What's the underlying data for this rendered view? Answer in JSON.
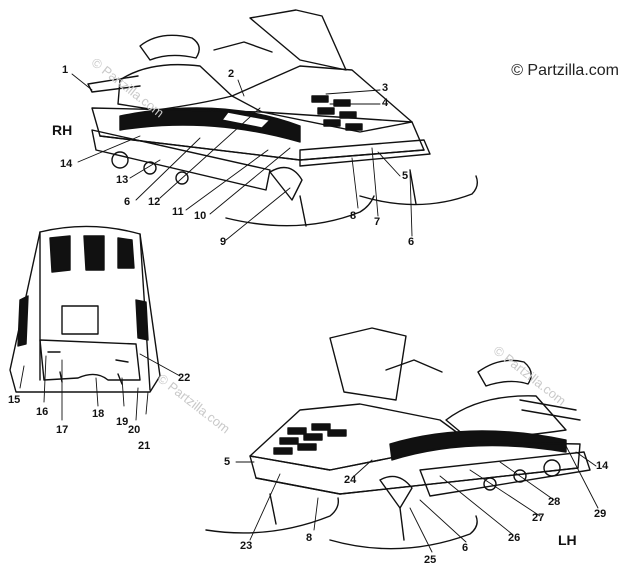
{
  "watermark": "© Partzilla.com",
  "ghost_watermark": "© Partzilla.com",
  "views": {
    "rh_label": "RH",
    "lh_label": "LH"
  },
  "callouts": {
    "c1": "1",
    "c2": "2",
    "c3": "3",
    "c4": "4",
    "c5a": "5",
    "c5b": "5",
    "c6a": "6",
    "c6b": "6",
    "c6c": "6",
    "c7": "7",
    "c8a": "8",
    "c8b": "8",
    "c9": "9",
    "c10": "10",
    "c11": "11",
    "c12": "12",
    "c13": "13",
    "c14a": "14",
    "c14b": "14",
    "c15": "15",
    "c16": "16",
    "c17": "17",
    "c18": "18",
    "c19": "19",
    "c20": "20",
    "c21": "21",
    "c22": "22",
    "c23": "23",
    "c24": "24",
    "c25": "25",
    "c26": "26",
    "c27": "27",
    "c28": "28",
    "c29": "29"
  },
  "colors": {
    "ink": "#111111",
    "ghost": "#c9c9c9"
  }
}
